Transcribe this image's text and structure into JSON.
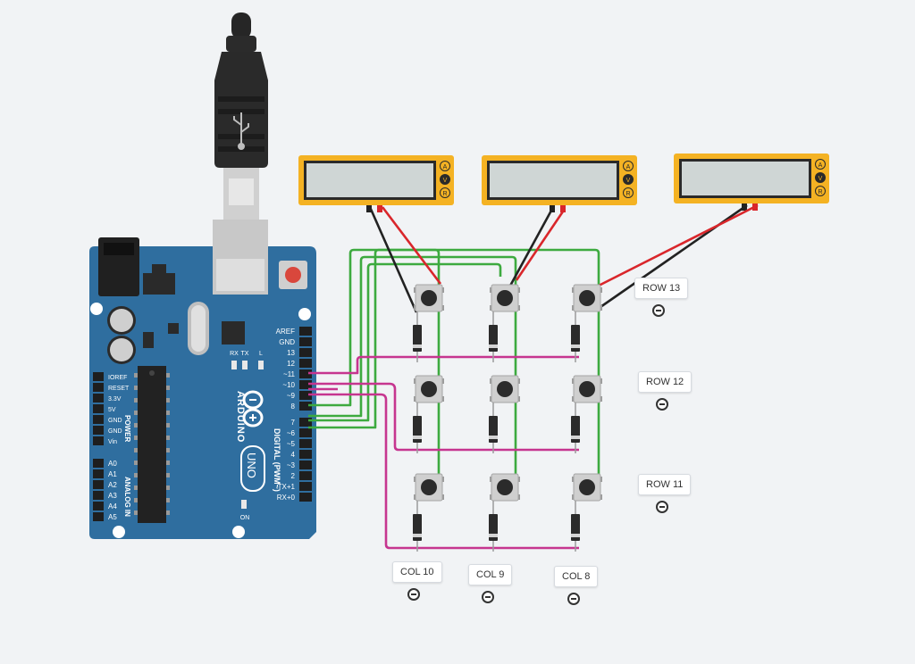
{
  "arduino": {
    "brand": "ARDUINO",
    "model": "UNO",
    "on_label": "ON",
    "tx_label": "TX",
    "rx_label": "RX",
    "l_label": "L",
    "digital_label": "DIGITAL (PWM~)",
    "power_label": "POWER",
    "analog_label": "ANALOG IN",
    "digital_pins": [
      "AREF",
      "GND",
      "13",
      "12",
      "~11",
      "~10",
      "~9",
      "8",
      "7",
      "~6",
      "~5",
      "4",
      "~3",
      "2",
      "TX+1",
      "RX+0"
    ],
    "power_pins": [
      "IOREF",
      "RESET",
      "3.3V",
      "5V",
      "GND",
      "GND",
      "Vin"
    ],
    "analog_pins": [
      "A0",
      "A1",
      "A2",
      "A3",
      "A4",
      "A5"
    ]
  },
  "multimeters": [
    {
      "name": "multimeter-1",
      "modes": [
        "A",
        "V",
        "R"
      ]
    },
    {
      "name": "multimeter-2",
      "modes": [
        "A",
        "V",
        "R"
      ]
    },
    {
      "name": "multimeter-3",
      "modes": [
        "A",
        "V",
        "R"
      ]
    }
  ],
  "labels": {
    "row13": "ROW 13",
    "row12": "ROW 12",
    "row11": "ROW 11",
    "col10": "COL 10",
    "col9": "COL 9",
    "col8": "COL 8"
  },
  "colors": {
    "background": "#f1f3f5",
    "board": "#2f6e9f",
    "multimeter": "#f4b223",
    "wire_green": "#3daa3f",
    "wire_magenta": "#c6358f",
    "wire_red": "#d9262b",
    "wire_black": "#222222"
  }
}
